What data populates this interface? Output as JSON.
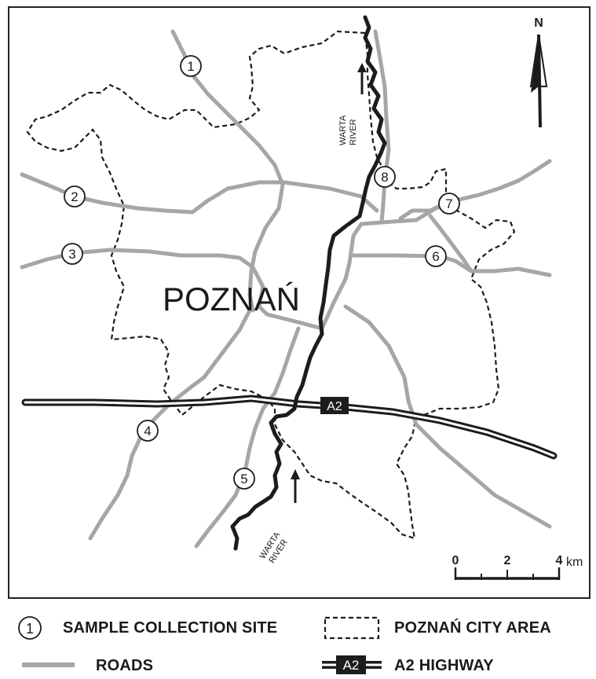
{
  "map": {
    "city_label": "POZNAŃ",
    "north_label": "N",
    "river_label_line1": "WARTA",
    "river_label_line2": "RIVER",
    "highway_label": "A2",
    "site_labels": [
      "1",
      "2",
      "3",
      "4",
      "5",
      "6",
      "7",
      "8"
    ],
    "scale": {
      "ticks": [
        "0",
        "2",
        "4"
      ],
      "unit": "km"
    }
  },
  "legend": {
    "site_symbol": "1",
    "site_text": "SAMPLE COLLECTION SITE",
    "city_area_text": "POZNAŃ CITY AREA",
    "roads_text": "ROADS",
    "highway_symbol": "A2",
    "highway_text": "A2 HIGHWAY"
  },
  "colors": {
    "road": "#a6a6a6",
    "river": "#1c1c1c",
    "boundary": "#1c1c1c",
    "highway": "#1c1c1c",
    "background": "#ffffff"
  }
}
